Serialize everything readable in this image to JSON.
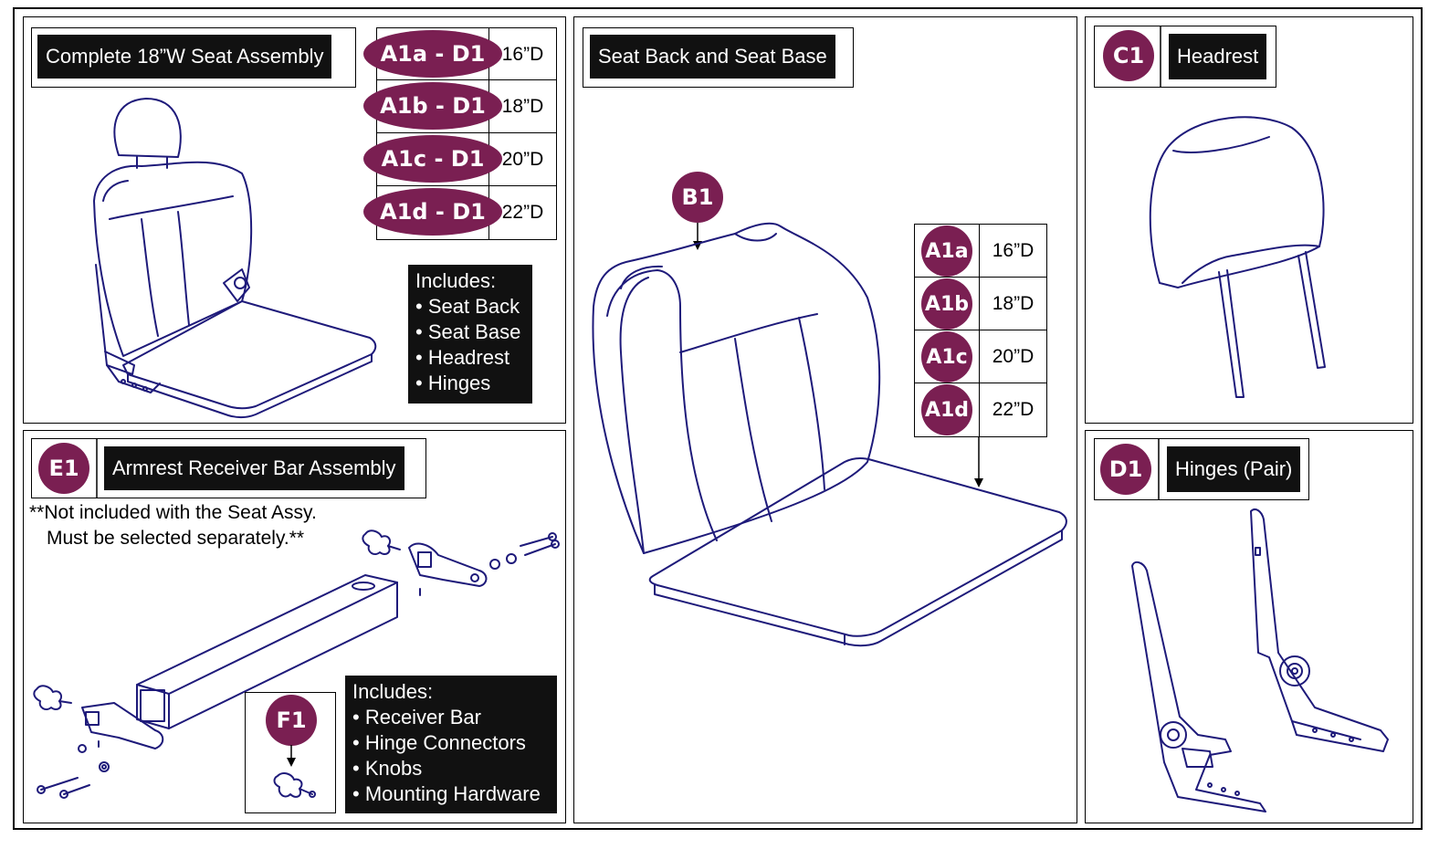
{
  "colors": {
    "badge": "#7a1f52",
    "label_bg": "#111111",
    "line_art": "#1e1a7a"
  },
  "panel_seat_assembly": {
    "title": "Complete 18”W Seat Assembly",
    "options": [
      {
        "code": "A1a - D1",
        "depth": "16”D"
      },
      {
        "code": "A1b - D1",
        "depth": "18”D"
      },
      {
        "code": "A1c - D1",
        "depth": "20”D"
      },
      {
        "code": "A1d - D1",
        "depth": "22”D"
      }
    ],
    "includes_title": "Includes:",
    "includes": [
      "• Seat Back",
      "• Seat Base",
      "• Headrest",
      "• Hinges"
    ]
  },
  "panel_seat_back_base": {
    "title": "Seat Back and Seat Base",
    "back_badge": "B1",
    "options": [
      {
        "code": "A1a",
        "depth": "16”D"
      },
      {
        "code": "A1b",
        "depth": "18”D"
      },
      {
        "code": "A1c",
        "depth": "20”D"
      },
      {
        "code": "A1d",
        "depth": "22”D"
      }
    ]
  },
  "panel_headrest": {
    "badge": "C1",
    "title": "Headrest"
  },
  "panel_hinges": {
    "badge": "D1",
    "title": "Hinges (Pair)"
  },
  "panel_armrest": {
    "badge": "E1",
    "title": "Armrest Receiver Bar Assembly",
    "note_line1": "**Not included with the Seat Assy.",
    "note_line2": "Must be selected separately.**",
    "knob_badge": "F1",
    "includes_title": "Includes:",
    "includes": [
      "• Receiver Bar",
      "• Hinge Connectors",
      "• Knobs",
      "• Mounting Hardware"
    ]
  }
}
